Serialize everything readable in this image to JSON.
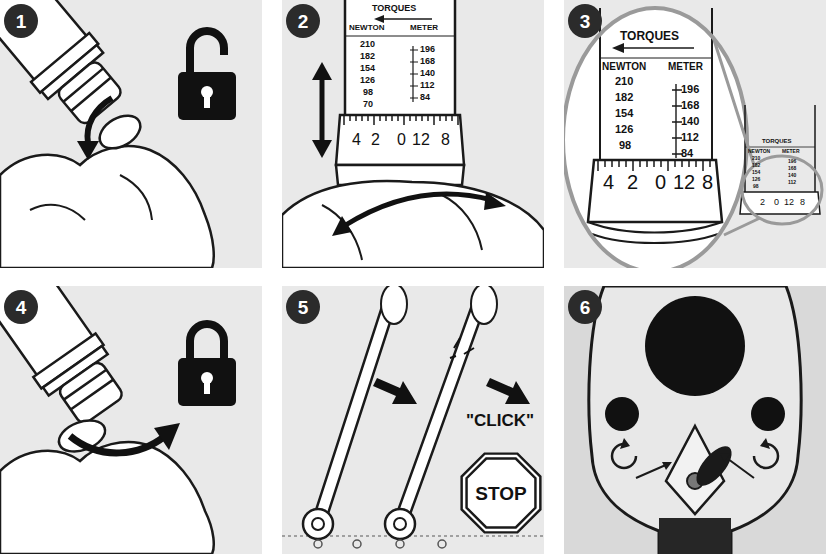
{
  "diagram": {
    "nodes": [
      {
        "text": [
          "1"
        ]
      },
      {
        "text": [
          "2"
        ]
      },
      {
        "text": [
          "3"
        ]
      },
      {
        "text": [
          "4"
        ]
      },
      {
        "text": [
          "5"
        ]
      },
      {
        "text": [
          "STOP"
        ]
      },
      {
        "text": [
          "6"
        ]
      }
    ],
    "labels": [
      "TORQUES",
      "NEWTON",
      "METER",
      "210",
      "182",
      "154",
      "126",
      "98",
      "70",
      "196",
      "168",
      "140",
      "112",
      "84",
      "4",
      "2",
      "0",
      "12",
      "8",
      "TORQUES",
      "NEWTON",
      "METER",
      "210",
      "182",
      "154",
      "126",
      "98",
      "196",
      "168",
      "140",
      "112",
      "84",
      "4",
      "2",
      "0",
      "12",
      "8",
      "TORQUES",
      "NEWTON",
      "METER",
      "210",
      "182",
      "154",
      "126",
      "98",
      "196",
      "168",
      "140",
      "112",
      "2",
      "0",
      "12",
      "8",
      "\"CLICK\""
    ]
  }
}
